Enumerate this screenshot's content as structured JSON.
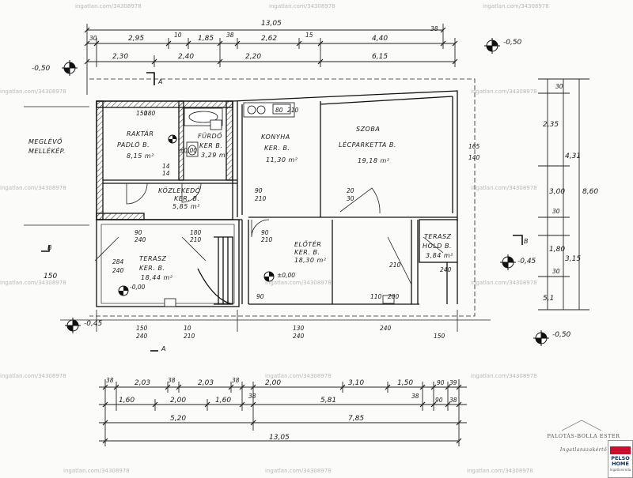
{
  "top_dims": {
    "total": "13,05",
    "row1": [
      "30",
      "2,95",
      "10",
      "1,85",
      "38",
      "2,62",
      "15",
      "4,40",
      "38"
    ],
    "row2": [
      "2,30",
      "2,40",
      "2,20",
      "6,15"
    ]
  },
  "bottom_dims": {
    "row1": [
      "38",
      "2,03",
      "38",
      "2,03",
      "38",
      "2,00",
      "3,10",
      "1,50",
      "90",
      "39"
    ],
    "row2": [
      "1,60",
      "2,00",
      "1,60",
      "38",
      "5,81",
      "38",
      "90",
      "38"
    ],
    "row3": [
      "5,20",
      "7,85"
    ],
    "total": "13,05"
  },
  "right_dims": [
    "30",
    "2,35",
    "4,31",
    "3,00",
    "8,60",
    "30",
    "1,80",
    "3,15",
    "30",
    "5,1"
  ],
  "levels": {
    "top_left": "-0,50",
    "top_right": "-0,50",
    "left_mid": "-0,45",
    "right_mid": "-0,45",
    "bottom_right": "-0,50",
    "entry": "±0,00",
    "hall": "-0,00",
    "hall2": "±0,00"
  },
  "labels": {
    "neighbor": "MEGLÉVŐ\nMELLÉKÉP.",
    "left_level": "150",
    "section_a": "A",
    "section_b": "B"
  },
  "rooms": [
    {
      "name": "RAKTÁR",
      "floor": "PADLÓ B.",
      "area": "8,15 m²"
    },
    {
      "name": "FÜRDŐ",
      "floor": "KER B.",
      "area": "3,29 m²"
    },
    {
      "name": "KONYHA",
      "floor": "KER. B.",
      "area": "11,30 m²"
    },
    {
      "name": "SZOBA",
      "floor": "LÉCPARKETTA B.",
      "area": "19,18 m²"
    },
    {
      "name": "KÖZLEKEDŐ",
      "floor": "KER. B.",
      "area": "5,85 m²"
    },
    {
      "name": "TERASZ",
      "floor": "KER. B.",
      "area": "18,44 m²"
    },
    {
      "name": "ELŐTÉR",
      "floor": "KER. B.",
      "area": "18,30 m²"
    },
    {
      "name": "TERASZ",
      "floor": "HOLD B.",
      "area": "3,84 m²"
    }
  ],
  "openings": [
    "150",
    "180",
    "14",
    "14",
    "90",
    "210",
    "80",
    "210",
    "165",
    "140",
    "20",
    "30",
    "284",
    "240",
    "90",
    "240",
    "180",
    "210",
    "90",
    "210",
    "210",
    "240",
    "130",
    "240",
    "240",
    "10",
    "210",
    "150",
    "240",
    "150",
    "90",
    "110",
    "200"
  ],
  "watermark": "ingatlan.com/34308978",
  "brand": {
    "name": "PALOTÁS-BOLLA ESTER",
    "tagline": "Ingatlanszakértő",
    "logo_top": "PELSO",
    "logo_main": "HOME",
    "logo_sub": "Ingatlaniroda"
  }
}
